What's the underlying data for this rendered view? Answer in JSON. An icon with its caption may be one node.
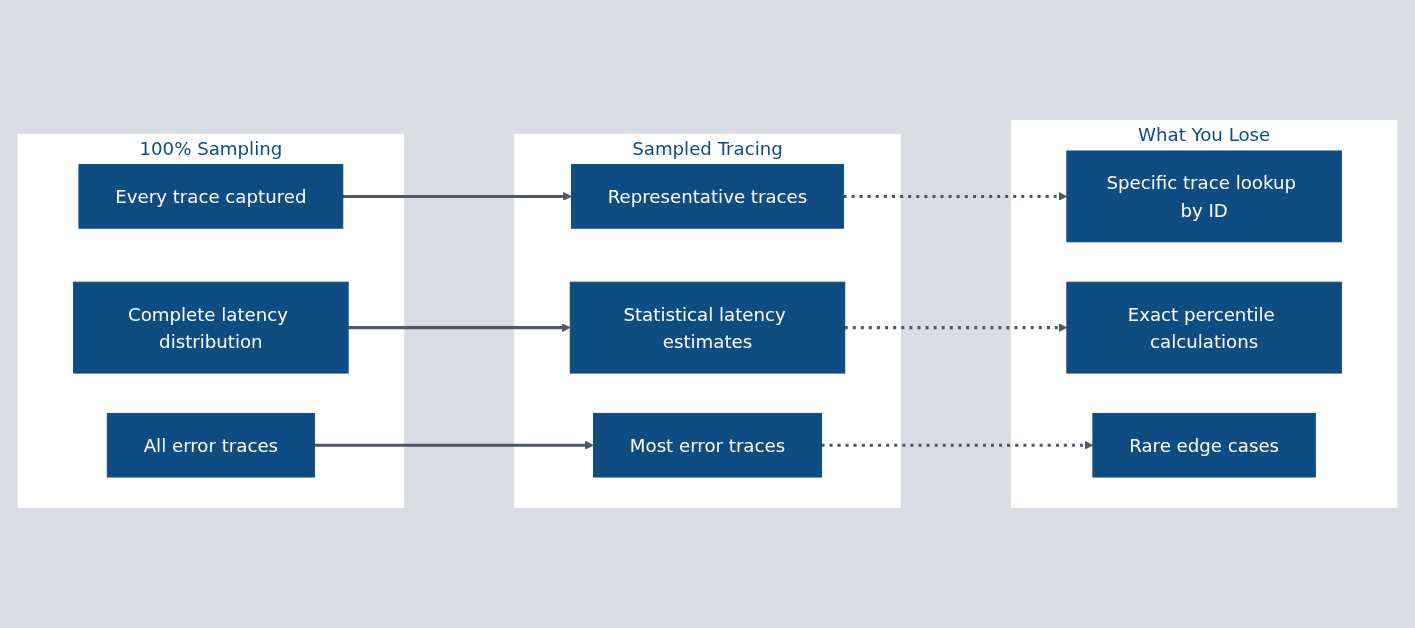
{
  "diagram": {
    "nodes": [
      {
        "text": [
          "100% Sampling"
        ]
      },
      {
        "text": [
          "Every trace captured"
        ],
        "in": 0
      },
      {
        "text": [
          "Complete latency distribution"
        ],
        "in": 0
      },
      {
        "text": [
          "All error traces"
        ],
        "in": 0
      },
      {
        "text": [
          "Sampled Tracing"
        ]
      },
      {
        "text": [
          "Representative traces"
        ],
        "in": 4
      },
      {
        "text": [
          "Statistical latency estimates"
        ],
        "in": 4
      },
      {
        "text": [
          "Most error traces"
        ],
        "in": 4
      },
      {
        "text": [
          "What You Lose"
        ]
      },
      {
        "text": [
          "Specific trace lookup by ID"
        ],
        "in": 8
      },
      {
        "text": [
          "Exact percentile calculations"
        ],
        "in": 8
      },
      {
        "text": [
          "Rare edge cases"
        ],
        "in": 8
      }
    ],
    "edges": [
      {
        "from": 1,
        "to": 5,
        "arrow": "to"
      },
      {
        "from": 2,
        "to": 6,
        "arrow": "to"
      },
      {
        "from": 3,
        "to": 7,
        "arrow": "to"
      },
      {
        "from": 5,
        "to": 9,
        "arrow": "to",
        "style": "dashed"
      },
      {
        "from": 6,
        "to": 10,
        "arrow": "to",
        "style": "dashed"
      },
      {
        "from": 7,
        "to": 11,
        "arrow": "to",
        "style": "dashed"
      }
    ]
  }
}
